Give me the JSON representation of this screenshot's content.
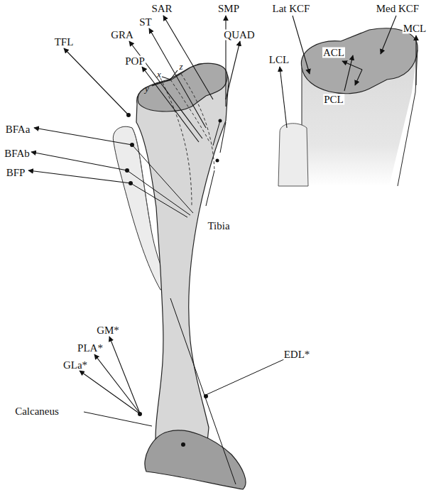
{
  "diagram": {
    "labels": [
      "SAR",
      "SMP",
      "ST",
      "GRA",
      "QUAD",
      "TFL",
      "POP",
      "x",
      "z",
      "y",
      "BFAa",
      "BFAb",
      "BFP",
      "Tibia",
      "GM*",
      "PLA*",
      "GLa*",
      "EDL*",
      "Calcaneus",
      "Lat KCF",
      "Med KCF",
      "LCL",
      "ACL",
      "MCL",
      "PCL"
    ]
  }
}
